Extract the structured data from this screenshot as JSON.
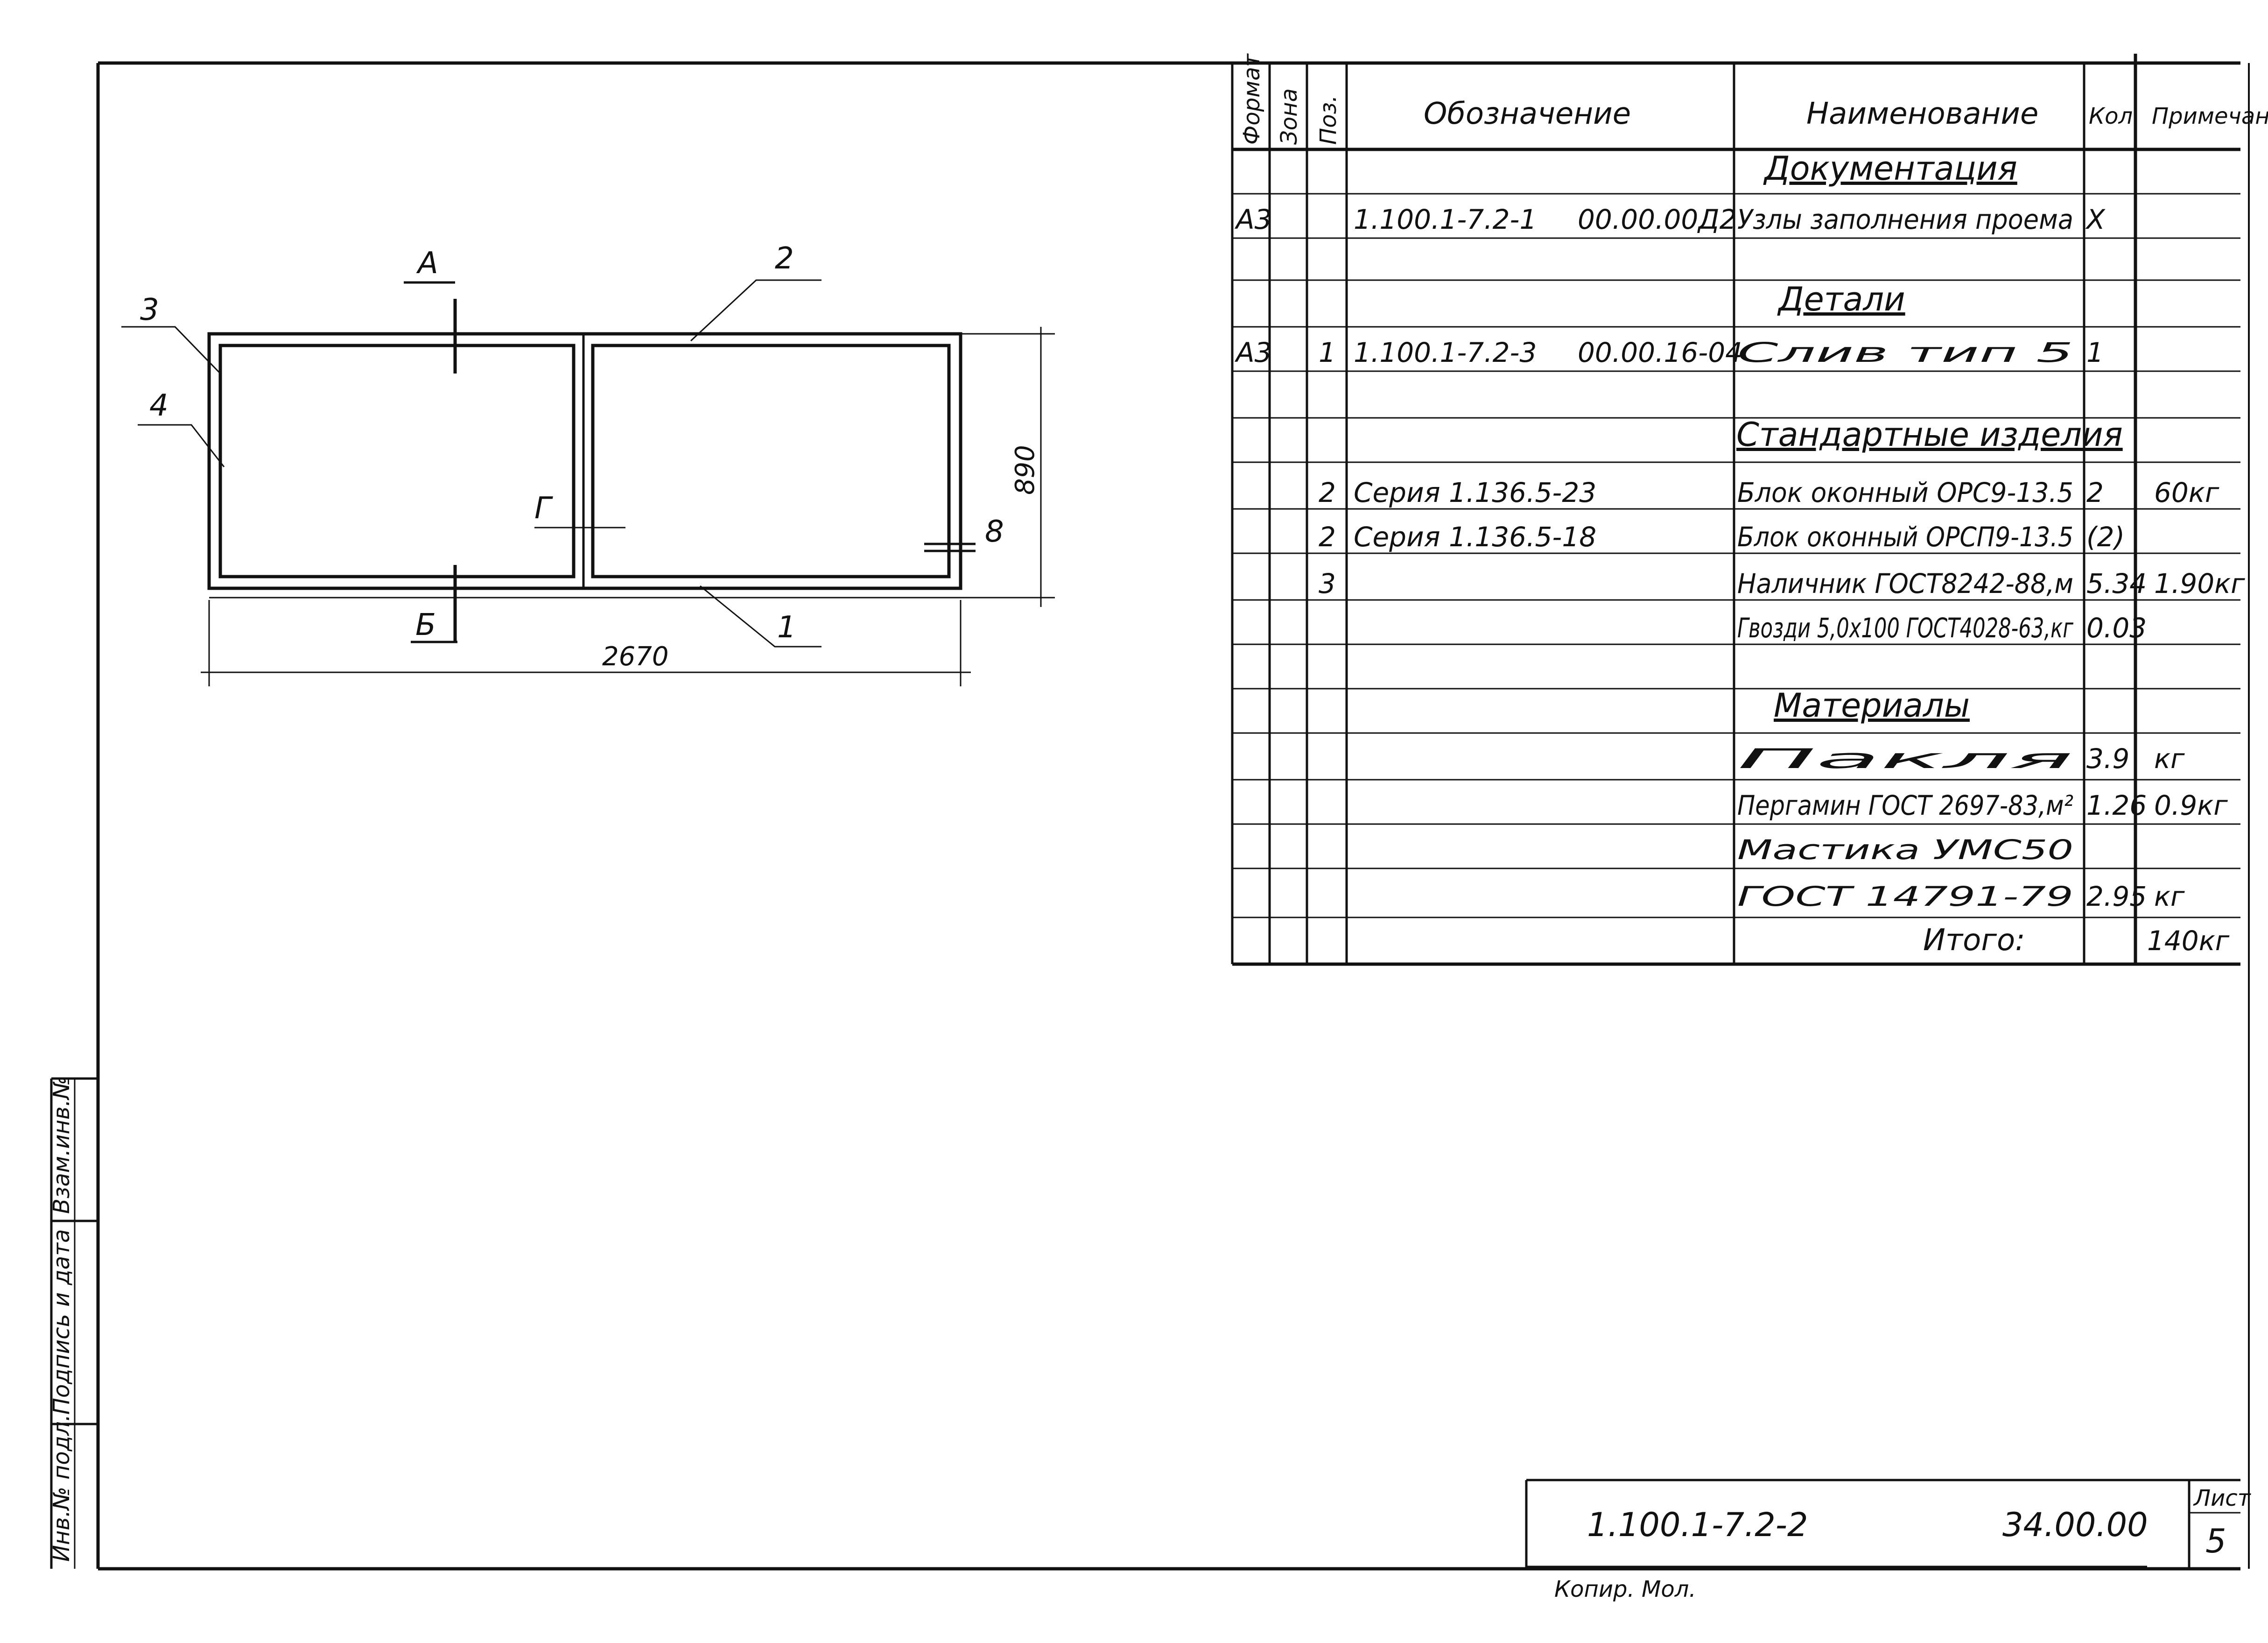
{
  "spec_table": {
    "headers": {
      "format": "Формат",
      "zone": "Зона",
      "pos": "Поз.",
      "designation": "Обозначение",
      "name": "Наименование",
      "qty": "Кол.",
      "note": "Приме­чание"
    },
    "sections": {
      "documentation": "Документация",
      "details": "Детали",
      "standard": "Стандартные изделия",
      "materials": "Материалы"
    },
    "rows": [
      {
        "format": "А3",
        "pos": "",
        "designation": "1.100.1-7.2-1",
        "code": "00.00.00Д2",
        "name": "Узлы заполнения проема",
        "qty": "X",
        "note": ""
      },
      {
        "format": "А3",
        "pos": "1",
        "designation": "1.100.1-7.2-3",
        "code": "00.00.16-04",
        "name": "Слив тип 5",
        "qty": "1",
        "note": ""
      },
      {
        "format": "",
        "pos": "2",
        "designation": "Серия 1.136.5-23",
        "code": "",
        "name": "Блок оконный ОРС9-13.5",
        "qty": "2",
        "note": "60кг"
      },
      {
        "format": "",
        "pos": "2",
        "designation": "Серия 1.136.5-18",
        "code": "",
        "name": "Блок оконный ОРСП9-13.5",
        "qty": "(2)",
        "note": ""
      },
      {
        "format": "",
        "pos": "3",
        "designation": "",
        "code": "",
        "name": "Наличник ГОСТ8242-88,м",
        "qty": "5.34",
        "note": "1.90кг"
      },
      {
        "format": "",
        "pos": "",
        "designation": "",
        "code": "",
        "name": "Гвозди 5,0х100 ГОСТ4028-63,кг",
        "qty": "0.03",
        "note": ""
      },
      {
        "format": "",
        "pos": "",
        "designation": "",
        "code": "",
        "name": "Пакля",
        "qty": "3.9",
        "note": "кг"
      },
      {
        "format": "",
        "pos": "",
        "designation": "",
        "code": "",
        "name": "Пергамин ГОСТ 2697-83,м²",
        "qty": "1.26",
        "note": "0.9кг"
      },
      {
        "format": "",
        "pos": "",
        "designation": "",
        "code": "",
        "name": "Мастика УМС50",
        "qty": "",
        "note": ""
      },
      {
        "format": "",
        "pos": "",
        "designation": "",
        "code": "",
        "name": "ГОСТ 14791-79",
        "qty": "2.95",
        "note": "кг"
      }
    ],
    "total_label": "Итого:",
    "total_value": "140кг"
  },
  "drawing": {
    "labels": {
      "a": "А",
      "b": "Б",
      "g": "Г",
      "v": "8",
      "p1": "1",
      "p2": "2",
      "p3": "3",
      "p4": "4"
    },
    "dims": {
      "width": "2670",
      "height": "890"
    }
  },
  "side_stamp": {
    "c1": "Инв.№ подл.",
    "c2": "Подпись и дата",
    "c3": "Взам.инв.№"
  },
  "title_block": {
    "doc_code": "1.100.1-7.2-2",
    "code2": "34.00.00",
    "sheet_label": "Лист",
    "sheet_num": "5",
    "copied": "Копир. Мол."
  }
}
